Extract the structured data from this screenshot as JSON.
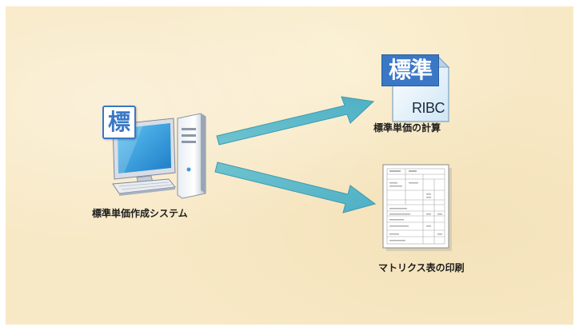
{
  "diagram": {
    "source": {
      "badge": "標",
      "label": "標準単価作成システム"
    },
    "targets": [
      {
        "doc_badge": "標準",
        "doc_brand": "RIBC",
        "label": "標準単価の計算"
      },
      {
        "label": "マトリクス表の印刷"
      }
    ]
  },
  "colors": {
    "background": "#f8e9c6",
    "arrow": "#5cb8c9",
    "badge_blue": "#3a78c6",
    "monitor_screen": "#2a94d8"
  }
}
